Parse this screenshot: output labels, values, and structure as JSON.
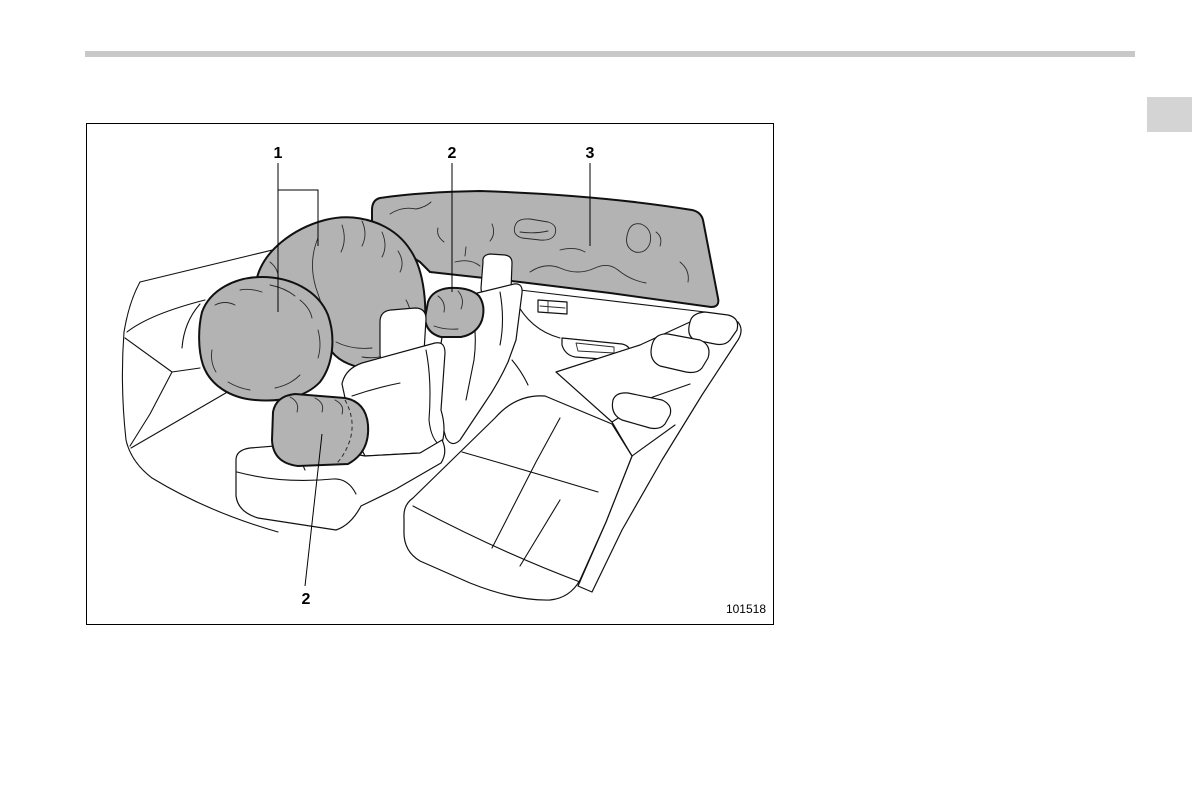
{
  "figure": {
    "callouts": [
      {
        "label": "1"
      },
      {
        "label": "2"
      },
      {
        "label": "3"
      },
      {
        "label": "2"
      }
    ],
    "code": "101518"
  },
  "colors": {
    "airbag": "#b3b3b3",
    "outline": "#111111",
    "rule": "#c8c8c8",
    "tab": "#d4d4d4"
  }
}
